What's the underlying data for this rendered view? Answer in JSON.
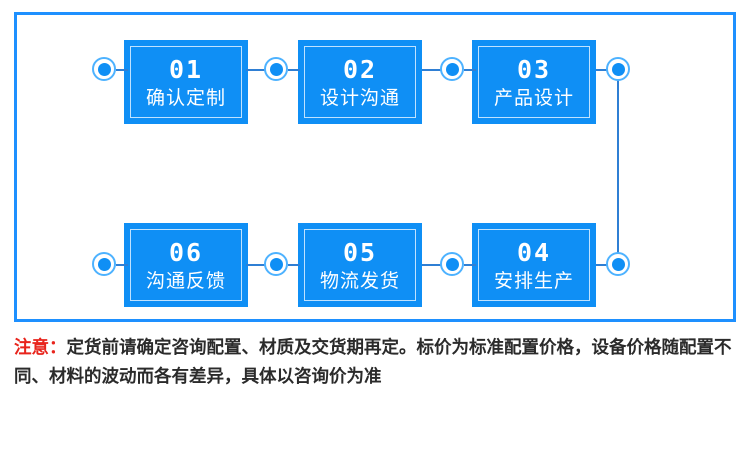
{
  "frame": {
    "border_color": "#1e90ff"
  },
  "flow": {
    "box_fill": "#0f8ff5",
    "inner_border_color": "#bfe2ff",
    "connector_color": "#2f7fd4",
    "node_ring_color": "#4db2ff",
    "steps": [
      {
        "number": "01",
        "label": "确认定制"
      },
      {
        "number": "02",
        "label": "设计沟通"
      },
      {
        "number": "03",
        "label": "产品设计"
      },
      {
        "number": "04",
        "label": "安排生产"
      },
      {
        "number": "05",
        "label": "物流发货"
      },
      {
        "number": "06",
        "label": "沟通反馈"
      }
    ]
  },
  "notice": {
    "label": "注意：",
    "body": "定货前请确定咨询配置、材质及交货期再定。标价为标准配置价格，设备价格随配置不同、材料的波动而各有差异，具体以咨询价为准",
    "label_color": "#e8241c",
    "body_color": "#2b2b2b"
  }
}
